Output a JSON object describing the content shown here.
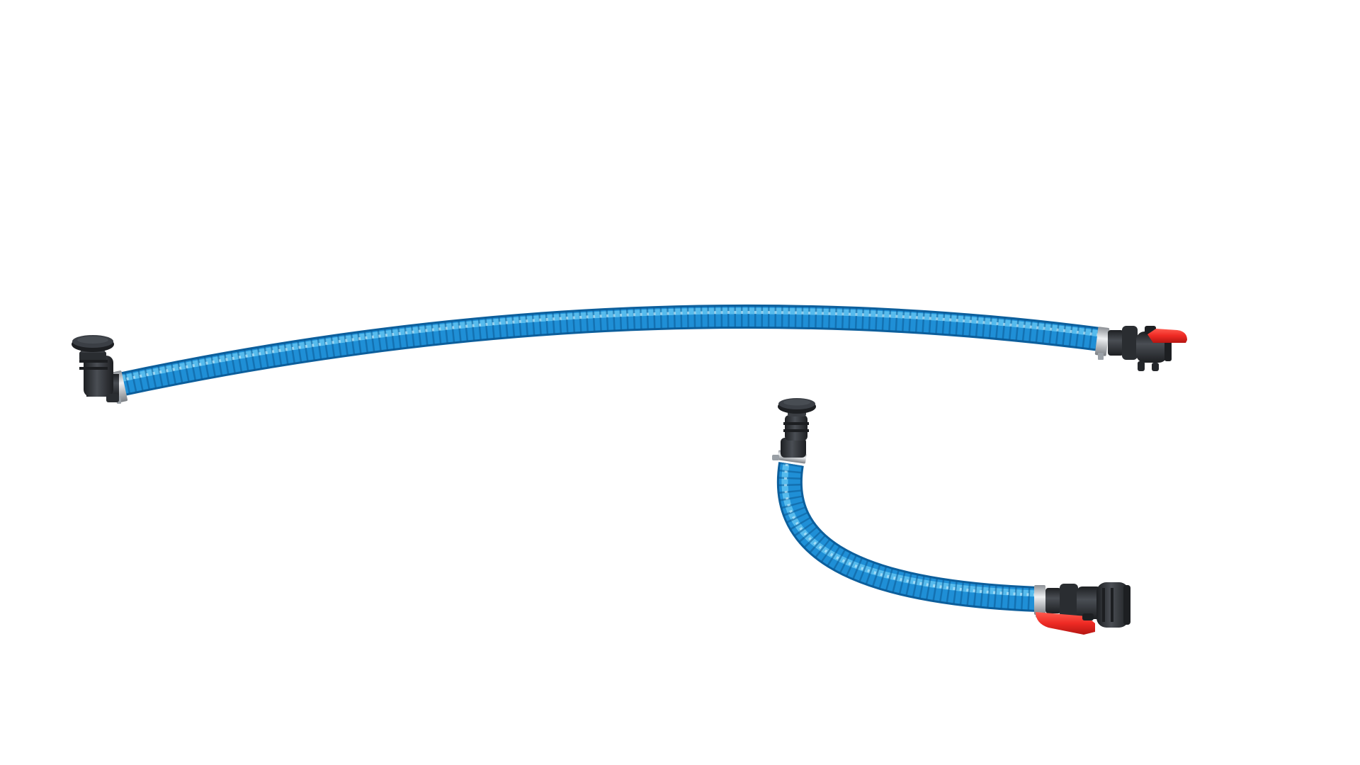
{
  "scene": {
    "background": "#ffffff",
    "colors": {
      "hose": "#1f8fd6",
      "hose_light": "#5cc0f0",
      "hose_dark": "#0d5f9c",
      "fitting": "#2a2d31",
      "fitting_light": "#4a4e54",
      "clamp": "#c9ccd0",
      "valve_handle": "#ee2a24"
    },
    "objects": [
      {
        "kind": "drain-hose-assembly",
        "length": "long"
      },
      {
        "kind": "drain-hose-assembly",
        "length": "short"
      }
    ]
  }
}
